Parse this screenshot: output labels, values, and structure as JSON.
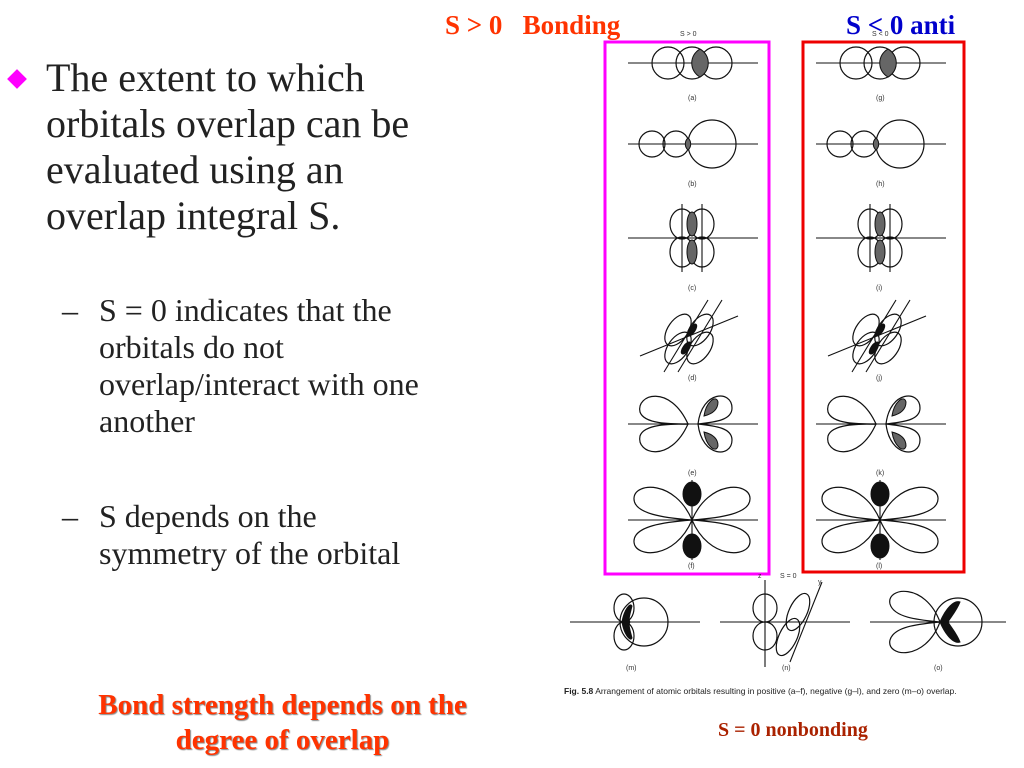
{
  "header": {
    "bonding_label": "S > 0   Bonding",
    "antibonding_label": "S < 0 anti",
    "bonding_color": "#ff3300",
    "antibonding_color": "#0000cc"
  },
  "bullet": {
    "icon": "diamond-bullet-icon",
    "text_lines": [
      "The extent to which",
      "orbitals overlap can be",
      "evaluated using an",
      "overlap integral S."
    ]
  },
  "sub_bullets": [
    {
      "dash": "–",
      "lines": [
        "S = 0 indicates that the",
        "orbitals do not",
        "overlap/interact with one",
        "another"
      ]
    },
    {
      "dash": "–",
      "lines": [
        "S depends on the",
        "symmetry of the orbital"
      ]
    }
  ],
  "footer": {
    "lines": [
      "Bond strength depends on the",
      "degree of overlap"
    ],
    "color": "#ff3300"
  },
  "figure": {
    "top_label_left": "S > 0",
    "top_label_right": "S < 0",
    "zero_label": "S = 0",
    "left_panel_labels": [
      "(a)",
      "(b)",
      "(c)",
      "(d)",
      "(e)",
      "(f)"
    ],
    "right_panel_labels": [
      "(g)",
      "(h)",
      "(i)",
      "(j)",
      "(k)",
      "(l)"
    ],
    "bottom_labels": [
      "(m)",
      "(n)",
      "(o)"
    ],
    "axis_labels": [
      "z",
      "y"
    ],
    "caption_bold": "Fig. 5.8",
    "caption_text": " Arrangement of atomic orbitals resulting in positive (a–f), negative (g–l), and zero (m–o) overlap.",
    "left_box_color": "#ff00ff",
    "right_box_color": "#ee0000"
  },
  "nonbonding_label": "S = 0 nonbonding",
  "nonbonding_color": "#aa2200"
}
